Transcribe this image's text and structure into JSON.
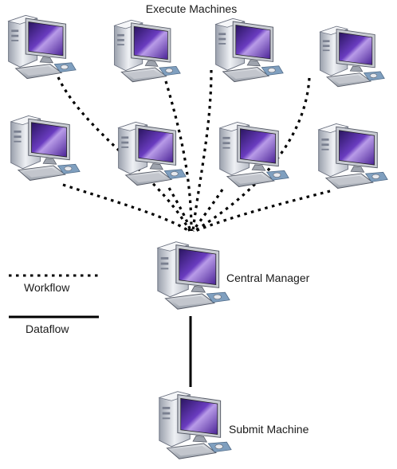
{
  "title": "Execute Machines",
  "central_manager_label": "Central Manager",
  "submit_machine_label": "Submit Machine",
  "legend": {
    "workflow_label": "Workflow",
    "dataflow_label": "Dataflow"
  },
  "nodes": [
    {
      "role": "execute"
    },
    {
      "role": "execute"
    },
    {
      "role": "execute"
    },
    {
      "role": "execute"
    },
    {
      "role": "execute"
    },
    {
      "role": "execute"
    },
    {
      "role": "execute"
    },
    {
      "role": "execute"
    },
    {
      "role": "central-manager"
    },
    {
      "role": "submit"
    }
  ],
  "colors": {
    "screen": "#5b2fa6",
    "tower": "#d8dbe2",
    "line": "#000000"
  }
}
